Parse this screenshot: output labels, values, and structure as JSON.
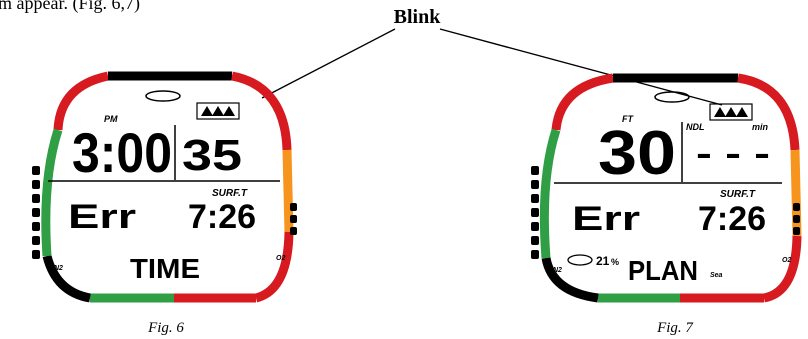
{
  "intro_text": "m appear. (Fig. 6,7)",
  "blink_label": "Blink",
  "colors": {
    "red": "#d71920",
    "black": "#000000",
    "green": "#2f9e44",
    "orange": "#f7941d"
  },
  "fig6": {
    "caption": "Fig. 6",
    "brand_icon": "nitrox-logo-icon",
    "ampm": "PM",
    "time": "3:00",
    "seconds": "35",
    "surf_label": "SURF.T",
    "error": "Err",
    "surf_time": "7:26",
    "mode": "TIME",
    "n2_label": "N2",
    "o2_label": "O2"
  },
  "fig7": {
    "caption": "Fig. 7",
    "brand_icon": "nitrox-logo-icon",
    "unit_ft": "FT",
    "depth": "30",
    "ndl_label": "NDL",
    "ndl_value": "- - -",
    "unit_min": "min",
    "surf_label": "SURF.T",
    "error": "Err",
    "surf_time": "7:26",
    "nitrox_icon": "nitrox-badge-icon",
    "o2_percent_value": "21",
    "percent_sign": "%",
    "mode": "PLAN",
    "water_label": "Sea",
    "n2_label": "N2",
    "o2_label": "O2"
  }
}
